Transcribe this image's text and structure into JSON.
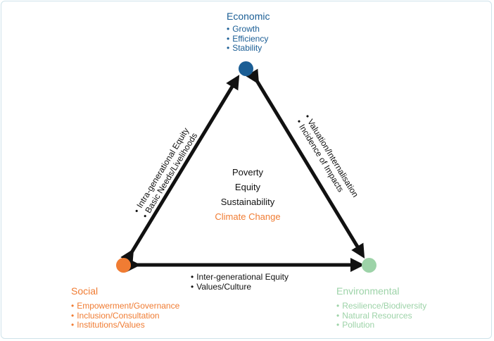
{
  "colors": {
    "economic": "#1b5e95",
    "social": "#f07c33",
    "environmental": "#9dd3a8",
    "arrow": "#111111",
    "frame": "#cfe3ea"
  },
  "economic": {
    "title": "Economic",
    "items": [
      "Growth",
      "Efficiency",
      "Stability"
    ]
  },
  "social": {
    "title": "Social",
    "items": [
      "Empowerment/Governance",
      "Inclusion/Consultation",
      "Institutions/Values"
    ]
  },
  "environmental": {
    "title": "Environmental",
    "items": [
      "Resilience/Biodiversity",
      "Natural Resources",
      "Pollution"
    ]
  },
  "center": {
    "lines": [
      "Poverty",
      "Equity",
      "Sustainability"
    ],
    "highlight": "Climate Change"
  },
  "edges": {
    "social_economic": [
      "Intra-generational Equity",
      "Basic Needs/Livelihoods"
    ],
    "economic_environmental": [
      "Valuation/Internalisation",
      "Incidence of Impacts"
    ],
    "social_environmental": [
      "Inter-generational Equity",
      "Values/Culture"
    ]
  }
}
